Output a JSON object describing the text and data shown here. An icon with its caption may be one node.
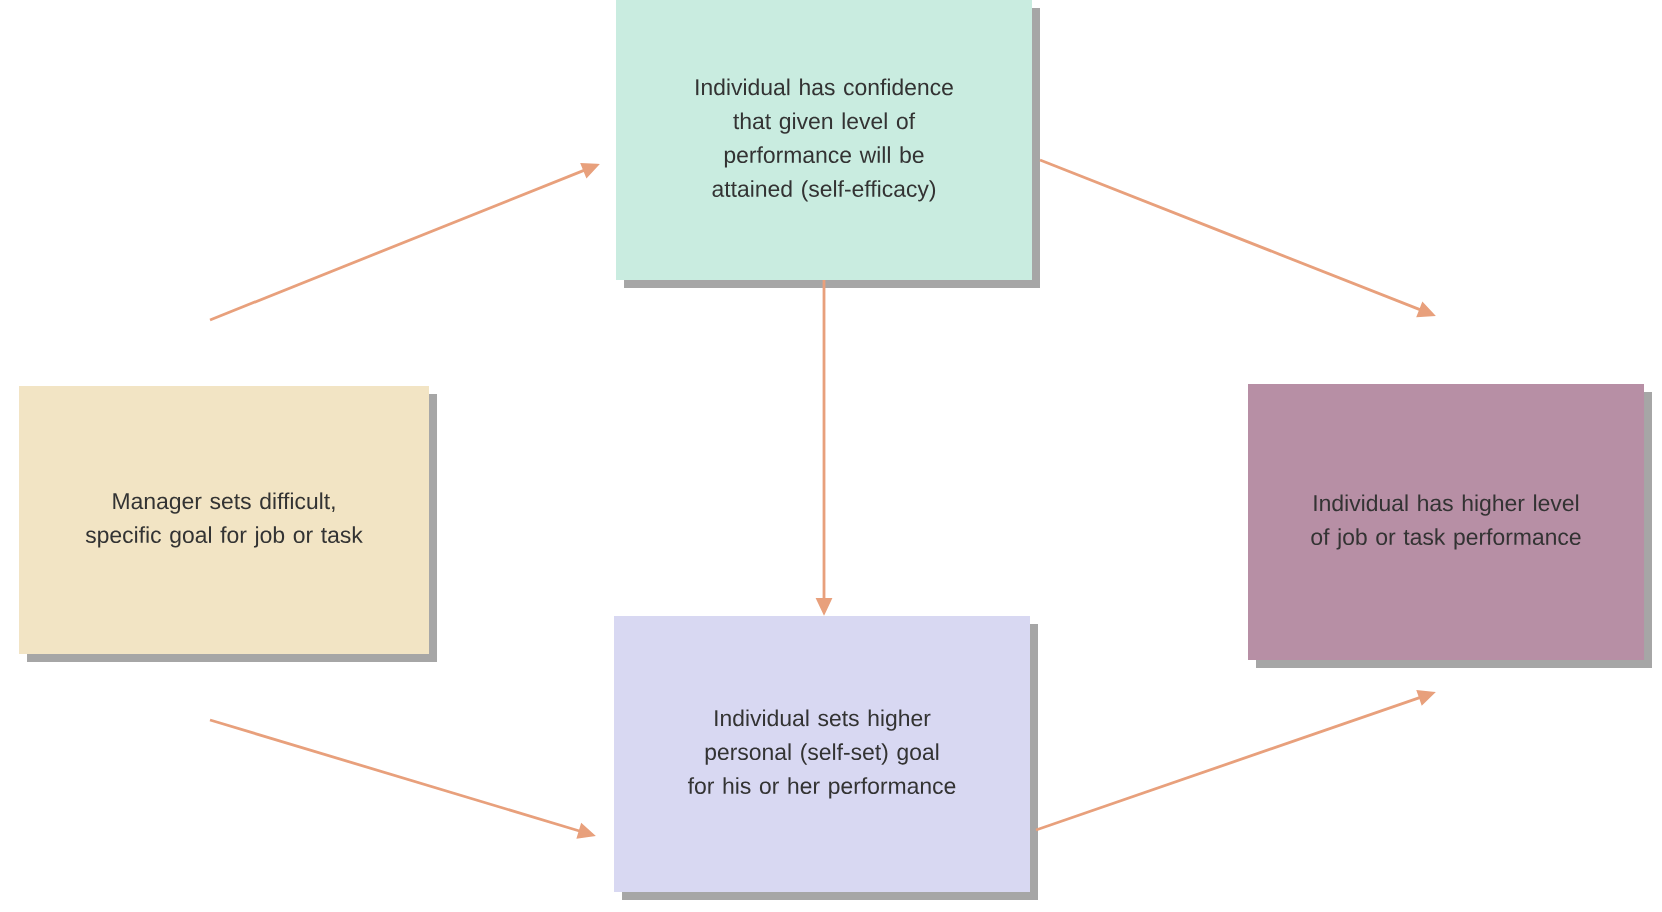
{
  "diagram": {
    "nodes": [
      {
        "text": [
          "Manager sets difficult, specific goal for job or task"
        ]
      },
      {
        "text": [
          "Individual has confidence that given level of performance will be attained (self-efficacy)"
        ]
      },
      {
        "text": [
          "Individual has higher level of job or task performance"
        ]
      },
      {
        "text": [
          "Individual sets higher personal (self-set) goal for his or her performance"
        ]
      }
    ],
    "edges": [
      {
        "from": 0,
        "to": 1,
        "arrow": "to"
      },
      {
        "from": 0,
        "to": 3,
        "arrow": "to"
      },
      {
        "from": 1,
        "to": 3,
        "arrow": "to"
      },
      {
        "from": 1,
        "to": 2,
        "arrow": "to"
      },
      {
        "from": 3,
        "to": 2,
        "arrow": "to"
      }
    ]
  }
}
